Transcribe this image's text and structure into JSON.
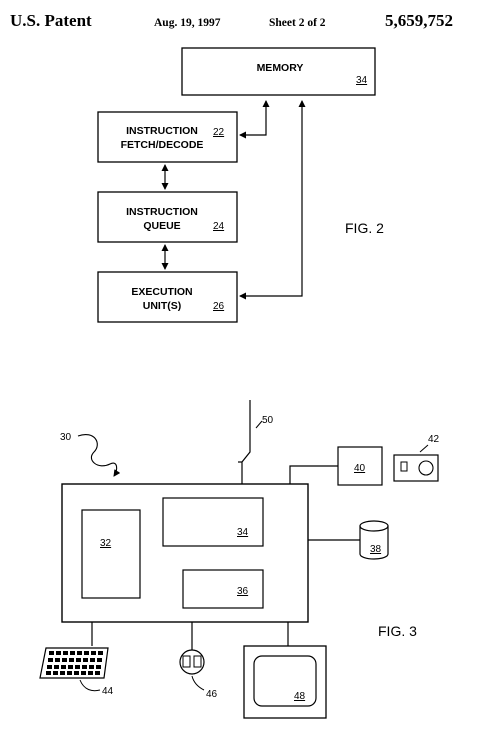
{
  "header": {
    "title": "U.S. Patent",
    "date": "Aug. 19, 1997",
    "sheet": "Sheet 2 of 2",
    "patent_number": "5,659,752"
  },
  "fig2": {
    "caption": "FIG. 2",
    "memory": {
      "label": "MEMORY",
      "ref": "34"
    },
    "fetch": {
      "line1": "INSTRUCTION",
      "line2": "FETCH/DECODE",
      "ref": "22"
    },
    "queue": {
      "line1": "INSTRUCTION",
      "line2": "QUEUE",
      "ref": "24"
    },
    "exec": {
      "line1": "EXECUTION",
      "line2": "UNIT(S)",
      "ref": "26"
    }
  },
  "fig3": {
    "caption": "FIG. 3",
    "refs": {
      "system": "30",
      "cpu": "32",
      "memory": "34",
      "storage": "36",
      "disk": "38",
      "interface": "40",
      "device": "42",
      "keyboard": "44",
      "mouse": "46",
      "display": "48",
      "antenna": "50"
    }
  }
}
